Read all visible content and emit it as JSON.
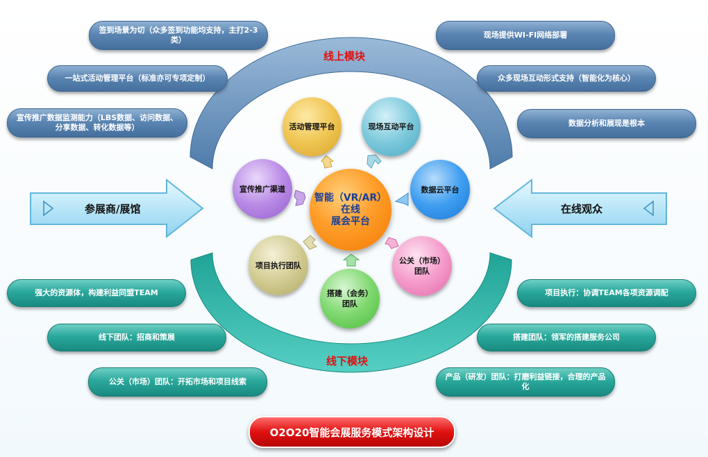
{
  "center": {
    "line1": "智能（VR/AR）",
    "line2": "在线",
    "line3": "展会平台"
  },
  "modules": {
    "online": "线上模块",
    "offline": "线下模块"
  },
  "sides": {
    "left": "参展商/展馆",
    "right": "在线观众"
  },
  "nodes": {
    "activity": "活动管理平台",
    "interaction": "现场互动平台",
    "cloud": "数据云平台",
    "pr_line1": "公关（市场）",
    "pr_line2": "团队",
    "build_line1": "搭建（会务）",
    "build_line2": "团队",
    "execution": "项目执行团队",
    "promotion": "宣传推广渠道"
  },
  "left_top": [
    "签到场景为切（众多签到功能均支持，主打2-3类）",
    "一站式活动管理平台（标准亦可专项定制）",
    "宣传推广数据监测能力（LBS数据、访问数据、分享数据、转化数据等）"
  ],
  "right_top": [
    "现场提供WI-FI网络部署",
    "众多现场互动形式支持（智能化为核心）",
    "数据分析和展现是根本"
  ],
  "left_bottom": [
    "强大的资源体，构建利益同盟TEAM",
    "线下团队：招商和策展",
    "公关（市场）团队：开拓市场和项目线索"
  ],
  "right_bottom": [
    "项目执行：协调TEAM各项资源调配",
    "搭建团队：领军的搭建服务公司",
    "产品（研发）团队：打磨利益链接，合理的产品化"
  ],
  "footer": "O2O20智能会展服务模式架构设计",
  "colors": {
    "top_arc": "#6a93bf",
    "bottom_arc": "#2fb3a6",
    "module_label": "#e01010",
    "footer": "#e01010"
  }
}
